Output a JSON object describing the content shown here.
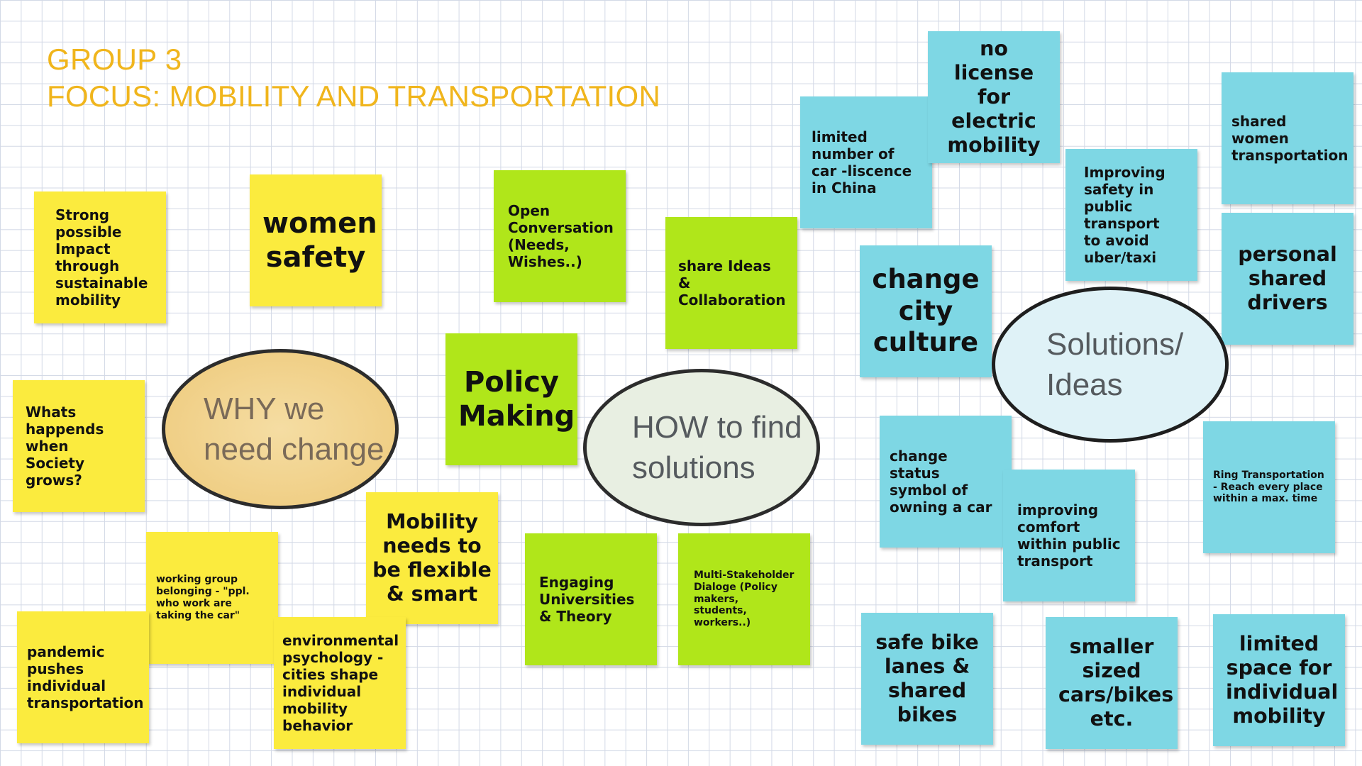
{
  "title": {
    "line1": "GROUP 3",
    "line2": "FOCUS: MOBILITY AND TRANSPORTATION"
  },
  "colors": {
    "title": "#f0b51c",
    "yellow_note": "#fbeb3e",
    "green_note": "#b0e61a",
    "blue_note": "#7ed7e4",
    "grid_line": "#d3d9e6"
  },
  "circles": {
    "why": "WHY we need change",
    "how": "HOW to find solutions",
    "solutions": "Solutions/ Ideas"
  },
  "why_notes": {
    "strong_impact": "Strong possible Impact through sustainable mobility",
    "women_safety": "women safety",
    "society_grows": "Whats happends when Society grows?",
    "working_group": "working group belonging - \"ppl. who work are taking the car\"",
    "mobility_flexible": "Mobility needs to be flexible & smart",
    "pandemic": "pandemic pushes individual transportation",
    "env_psychology": "environmental psychology - cities shape individual mobility behavior"
  },
  "how_notes": {
    "open_conversation": "Open Conversation (Needs, Wishes..)",
    "share_ideas": "share Ideas & Collaboration",
    "policy_making": "Policy Making",
    "engaging_universities": "Engaging Universities & Theory",
    "multi_stakeholder": "Multi-Stakeholder Dialoge (Policy makers, students, workers..)"
  },
  "solution_notes": {
    "limited_licence": "limited number of car -liscence in China",
    "no_license": "no license for electric mobility",
    "improving_safety": "Improving safety in public transport to avoid uber/taxi",
    "shared_women": "shared women transportation",
    "change_city_culture": "change city culture",
    "personal_drivers": "personal shared drivers",
    "status_symbol": "change status symbol of owning a car",
    "improving_comfort": "improving comfort within public transport",
    "ring_transportation": "Ring Transportation - Reach every place within a max. time",
    "safe_bike": "safe bike lanes & shared bikes",
    "smaller_cars": "smaller sized cars/bikes etc.",
    "limited_space": "limited space for individual mobility"
  }
}
